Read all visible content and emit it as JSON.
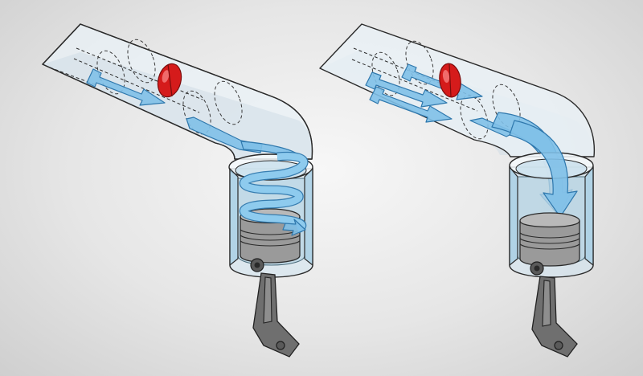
{
  "diagram": {
    "panels": [
      {
        "id": "left",
        "flow_pattern": "swirl",
        "throttle_valve": "closed"
      },
      {
        "id": "right",
        "flow_pattern": "tumble",
        "throttle_valve": "open"
      }
    ],
    "colors": {
      "air_flow": "#7fc0e8",
      "air_flow_outline": "#2f78ad",
      "valve": "#d51b1b",
      "pipe": "#e9f1f6",
      "cylinder": "#cfe4f1",
      "piston": "#9a9a9a",
      "background": "#e6e6e6"
    },
    "icons": [
      "intake-pipe-icon",
      "throttle-valve-icon",
      "cylinder-icon",
      "piston-icon",
      "connecting-rod-icon",
      "air-flow-arrow-icon"
    ]
  }
}
